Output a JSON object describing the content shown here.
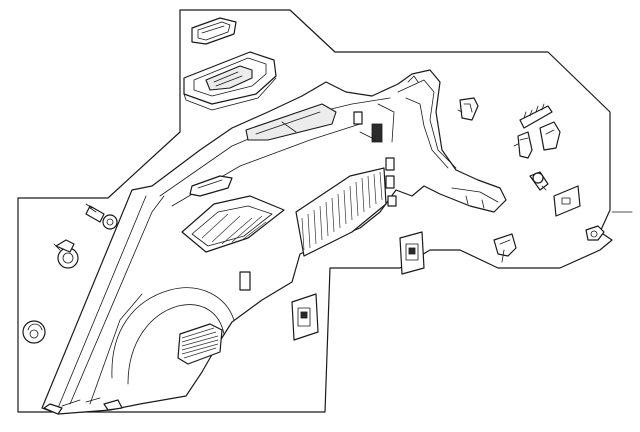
{
  "diagram": {
    "kind": "exploded parts illustration",
    "text_labels": [],
    "parts": [
      "quarter-trim-panel",
      "grab-handle-upper",
      "grab-handle-bezel",
      "upper-trim-strip",
      "push-clip",
      "screw-fastener",
      "round-clip",
      "retainer-clip-a",
      "retainer-clip-b",
      "retainer-clip-c",
      "cover-cap",
      "bulb",
      "bracket-pad",
      "grommet-right",
      "access-cover-lower",
      "access-cover-mid"
    ],
    "colors": {
      "line": "#1a1a1a",
      "background": "#ffffff",
      "shade": "#ececec"
    }
  }
}
